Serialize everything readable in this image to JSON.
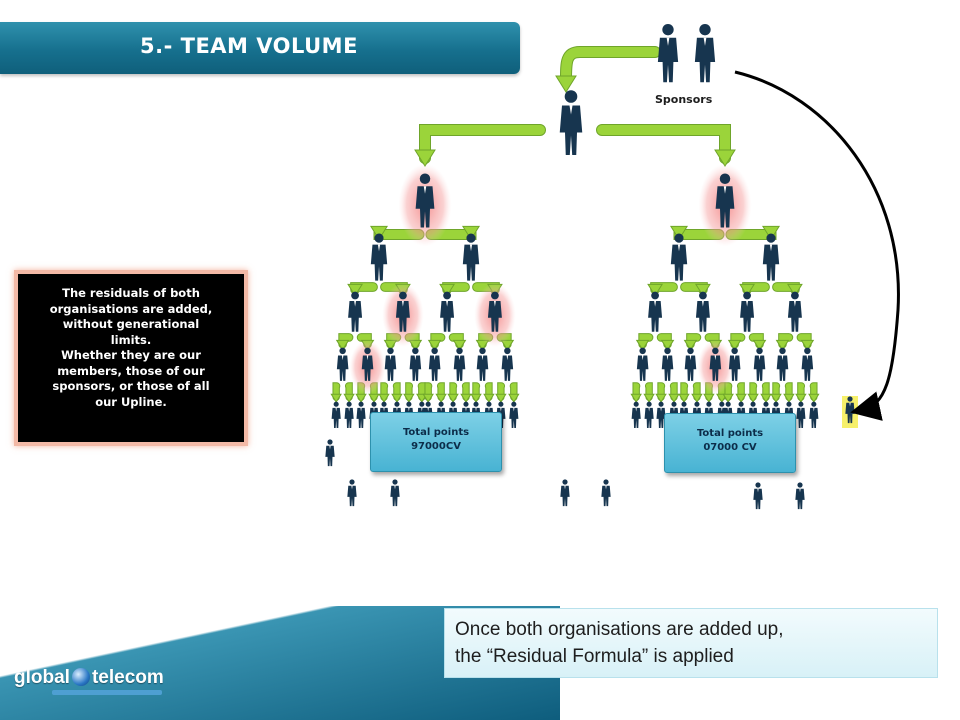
{
  "slide": {
    "title": "5.- TEAM VOLUME"
  },
  "info_box": {
    "text": "The residuals of both\norganisations are added,\nwithout generational\nlimits.\nWhether  they are our\nmembers, those of our\nsponsors, or those of all\nour Upline."
  },
  "sponsors": {
    "label": "Sponsors"
  },
  "points_left": {
    "line1": "Total points",
    "line2": "97000CV"
  },
  "points_right": {
    "line1": "Total points",
    "line2": "07000 CV"
  },
  "caption": {
    "line1": "Once both organisations are added up,",
    "line2": "the “Residual Formula” is applied"
  },
  "logo": {
    "word1": "global",
    "word2": "telecom"
  },
  "colors": {
    "banner": "#16708e",
    "arrow_green": "#9bd43a",
    "highlight_red": "#f07f7f",
    "person": "#17354f",
    "points_box": "#5bbcd9"
  }
}
